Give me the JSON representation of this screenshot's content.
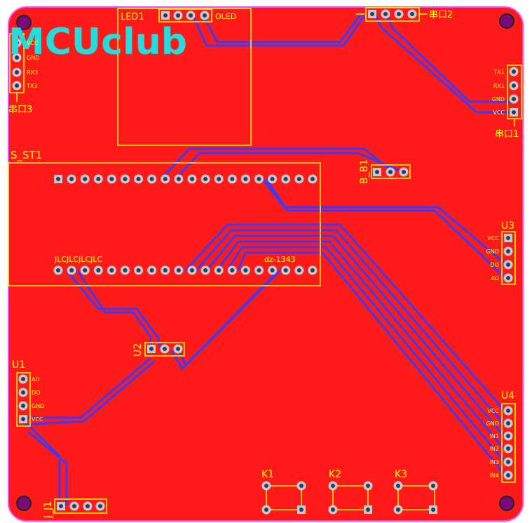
{
  "colors": {
    "board": "#ff1a1a",
    "board_edge": "#ff44ff",
    "silk": "#ffff00",
    "trace": "#3a3aff",
    "logo": "#22dddd",
    "pad": "#c9c9c9",
    "via_hole": "#1d3f6e",
    "mount_hole": "#7a0a7a"
  },
  "logo": {
    "text": "MCUclub"
  },
  "labels": {
    "led1": "LED1",
    "oled": "OLED",
    "chuankou2": "串口2",
    "chuankou3": "串口3",
    "chuankou1": "串口1",
    "s_st1": "S_ST1",
    "b_b1": "B_B1",
    "u3": "U3",
    "u1": "U1",
    "u2": "U2",
    "u4": "U4",
    "j_j1": "J_J1",
    "k1": "K1",
    "k2": "K2",
    "k3": "K3",
    "jlc": "JLCJLCJLCJLC",
    "dz": "dz-1343",
    "u3_pins": [
      "VCC",
      "GND",
      "DO",
      "AO"
    ],
    "u1_pins": [
      "AO",
      "DO",
      "GND",
      "VCC"
    ],
    "u4_pins": [
      "VCC",
      "GND",
      "IN1",
      "IN2",
      "IN3",
      "IN4"
    ],
    "ck1_pins": [
      "TX1",
      "RX1",
      "GND",
      "VCC"
    ],
    "ck3_pins": [
      "VCC",
      "GND",
      "RX3",
      "TX3"
    ]
  }
}
